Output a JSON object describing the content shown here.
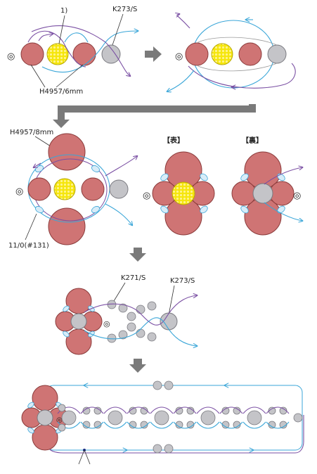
{
  "labels": {
    "step_marker": "1)",
    "k273s_top": "K273/S",
    "h4957_6mm": "H4957/6mm",
    "h4957_8mm": "H4957/8mm",
    "seed_11_0": "11/0(#131)",
    "front": "【表】",
    "back": "【裏】",
    "k271s": "K271/S",
    "k273s_mid": "K273/S"
  },
  "colors": {
    "pink_bead": "#cf7474",
    "pink_stroke": "#8a3a3a",
    "gray_bead": "#c4c4c8",
    "gray_stroke": "#7a7a80",
    "yellow_bead": "#f5e60c",
    "purple_thread": "#7a4fa3",
    "blue_thread": "#3aa6d8",
    "arrow_gray": "#7a7a7a"
  },
  "icons": {
    "start_marker": "double-circle-icon",
    "step_arrow_right": "arrow-right-icon",
    "step_arrow_down": "arrow-down-icon"
  }
}
